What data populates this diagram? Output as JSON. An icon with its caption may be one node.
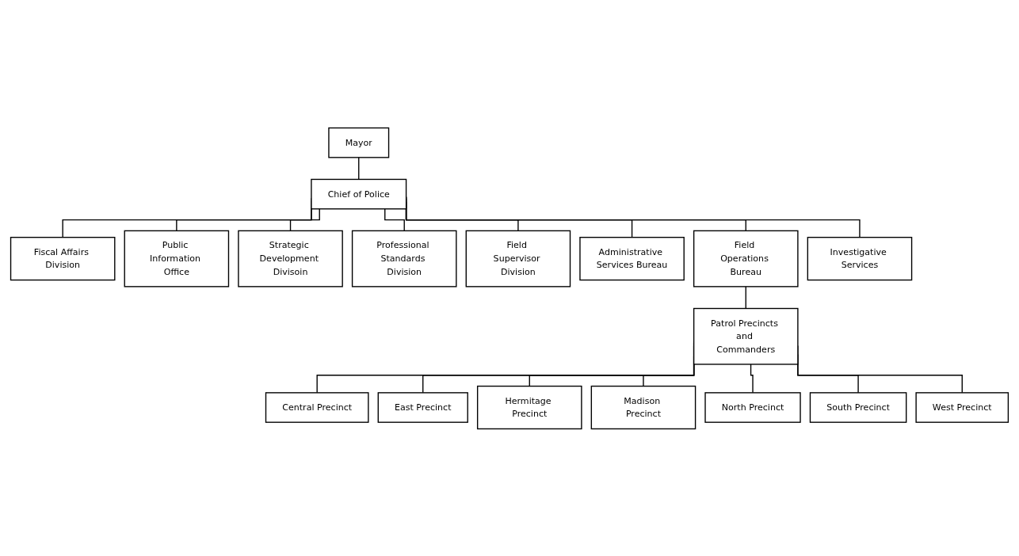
{
  "diagram": {
    "nodes": [
      {
        "text": [
          "Mayor"
        ]
      },
      {
        "text": [
          "Chief of Police"
        ]
      },
      {
        "text": [
          "Fiscal Affairs Division"
        ]
      },
      {
        "text": [
          "Public Information Office"
        ]
      },
      {
        "text": [
          "Strategic Development Divisoin"
        ]
      },
      {
        "text": [
          "Professional Standards Division"
        ]
      },
      {
        "text": [
          "Field Supervisor Division"
        ]
      },
      {
        "text": [
          "Administrative Services Bureau"
        ]
      },
      {
        "text": [
          "Field Operations Bureau"
        ]
      },
      {
        "text": [
          "Investigative Services"
        ]
      },
      {
        "text": [
          "Patrol Precincts and Commanders"
        ]
      },
      {
        "text": [
          "Central Precinct"
        ]
      },
      {
        "text": [
          "East Precinct"
        ]
      },
      {
        "text": [
          "Hermitage Precinct"
        ]
      },
      {
        "text": [
          "Madison Precinct"
        ]
      },
      {
        "text": [
          "North Precinct"
        ]
      },
      {
        "text": [
          "South Precinct"
        ]
      },
      {
        "text": [
          "West Precinct"
        ]
      }
    ],
    "edges": [
      {
        "from": 0,
        "to": 1,
        "arrow": "none"
      },
      {
        "from": 1,
        "to": 2,
        "arrow": "none"
      },
      {
        "from": 1,
        "to": 3,
        "arrow": "none"
      },
      {
        "from": 1,
        "to": 4,
        "arrow": "none"
      },
      {
        "from": 1,
        "to": 5,
        "arrow": "none"
      },
      {
        "from": 1,
        "to": 6,
        "arrow": "none"
      },
      {
        "from": 1,
        "to": 7,
        "arrow": "none"
      },
      {
        "from": 1,
        "to": 8,
        "arrow": "none"
      },
      {
        "from": 1,
        "to": 9,
        "arrow": "none"
      },
      {
        "from": 8,
        "to": 10,
        "arrow": "none"
      },
      {
        "from": 10,
        "to": 11,
        "arrow": "none"
      },
      {
        "from": 10,
        "to": 12,
        "arrow": "none"
      },
      {
        "from": 10,
        "to": 13,
        "arrow": "none"
      },
      {
        "from": 10,
        "to": 14,
        "arrow": "none"
      },
      {
        "from": 10,
        "to": 15,
        "arrow": "none"
      },
      {
        "from": 10,
        "to": 16,
        "arrow": "none"
      },
      {
        "from": 10,
        "to": 17,
        "arrow": "none"
      }
    ]
  }
}
